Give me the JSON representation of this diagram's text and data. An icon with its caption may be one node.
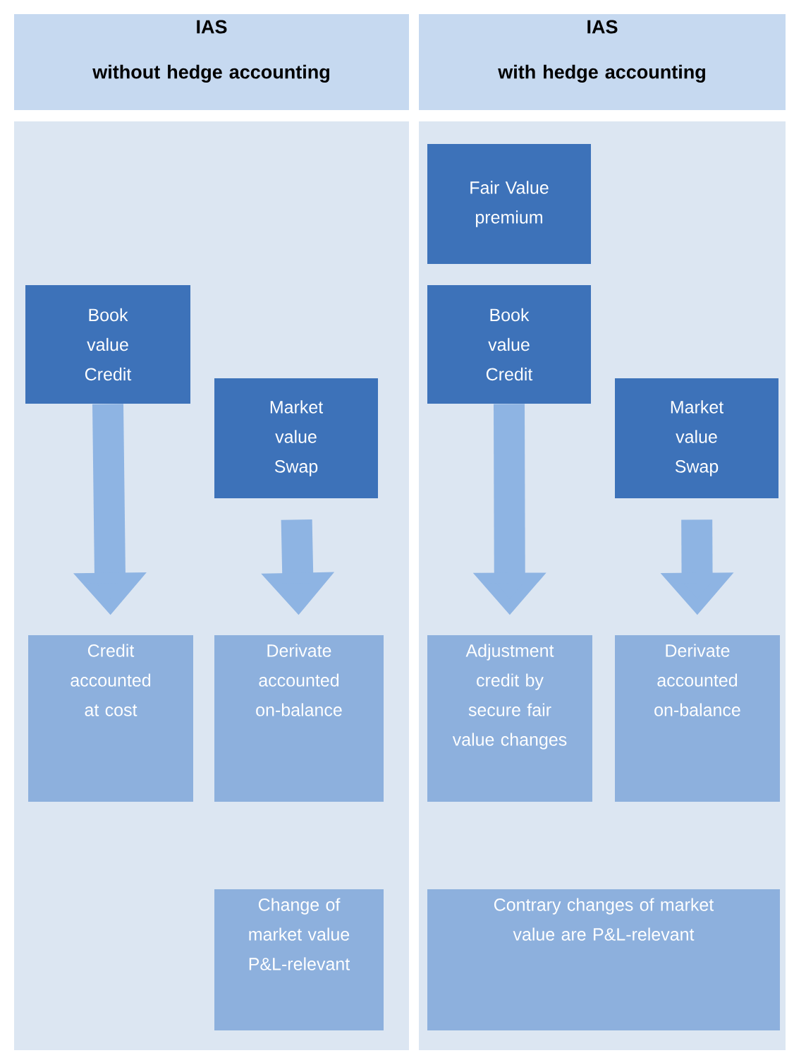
{
  "diagram": {
    "nodes": [
      {
        "text": [
          "IAS",
          "without hedge accounting"
        ]
      },
      {
        "text": [
          "IAS",
          "with hedge accounting"
        ]
      },
      {
        "text": [],
        "shape": "box"
      },
      {
        "text": [],
        "shape": "box"
      },
      {
        "text": [
          "Book value Credit"
        ],
        "in": 2
      },
      {
        "text": [
          "Market value Swap"
        ],
        "in": 2
      },
      {
        "text": [
          "Credit accounted at cost"
        ],
        "in": 2
      },
      {
        "text": [
          "Derivate accounted on-balance"
        ],
        "in": 2
      },
      {
        "text": [
          "Change of market value P&L-relevant"
        ],
        "in": 2
      },
      {
        "text": [
          "Fair Value premium"
        ],
        "in": 3
      },
      {
        "text": [
          "Book value Credit"
        ],
        "in": 3
      },
      {
        "text": [
          "Market value Swap"
        ],
        "in": 3
      },
      {
        "text": [
          "Adjustment credit by secure fair value changes"
        ],
        "in": 3
      },
      {
        "text": [
          "Derivate accounted on-balance"
        ],
        "in": 3
      },
      {
        "text": [
          "Contrary changes of market value are P&L-relevant"
        ],
        "in": 3
      }
    ],
    "edges": [
      {
        "from": 4,
        "to": 6,
        "arrow": "to"
      },
      {
        "from": 5,
        "to": 7,
        "arrow": "to"
      },
      {
        "from": 10,
        "to": 12,
        "arrow": "to"
      },
      {
        "from": 11,
        "to": 13,
        "arrow": "to"
      }
    ]
  }
}
